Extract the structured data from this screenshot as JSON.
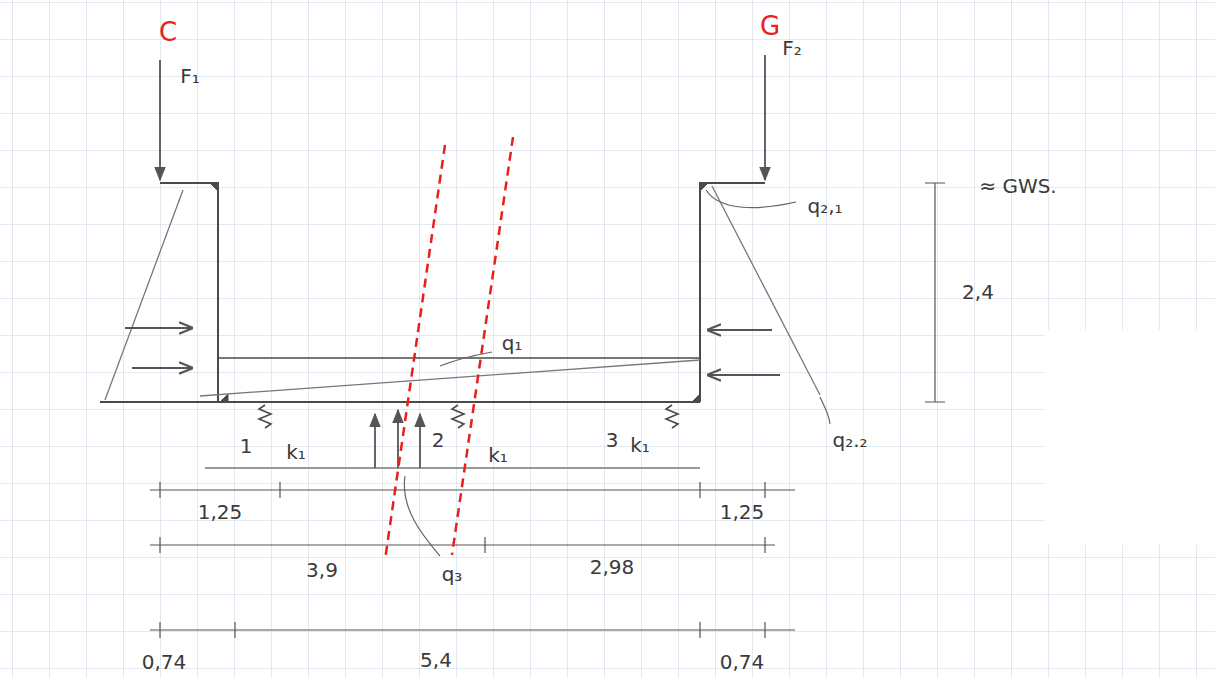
{
  "diagram": {
    "labels": [
      "C",
      "G",
      "F₁",
      "F₂",
      "2,4",
      "≈ GWS.",
      "q₂,₁",
      "q₁",
      "q₂.₂",
      "1",
      "k₁",
      "2",
      "k₁",
      "3",
      "k₁",
      "q₃",
      "1,25",
      "1,25",
      "3,9",
      "2,98",
      "0,74",
      "5,4",
      "0,74"
    ]
  }
}
